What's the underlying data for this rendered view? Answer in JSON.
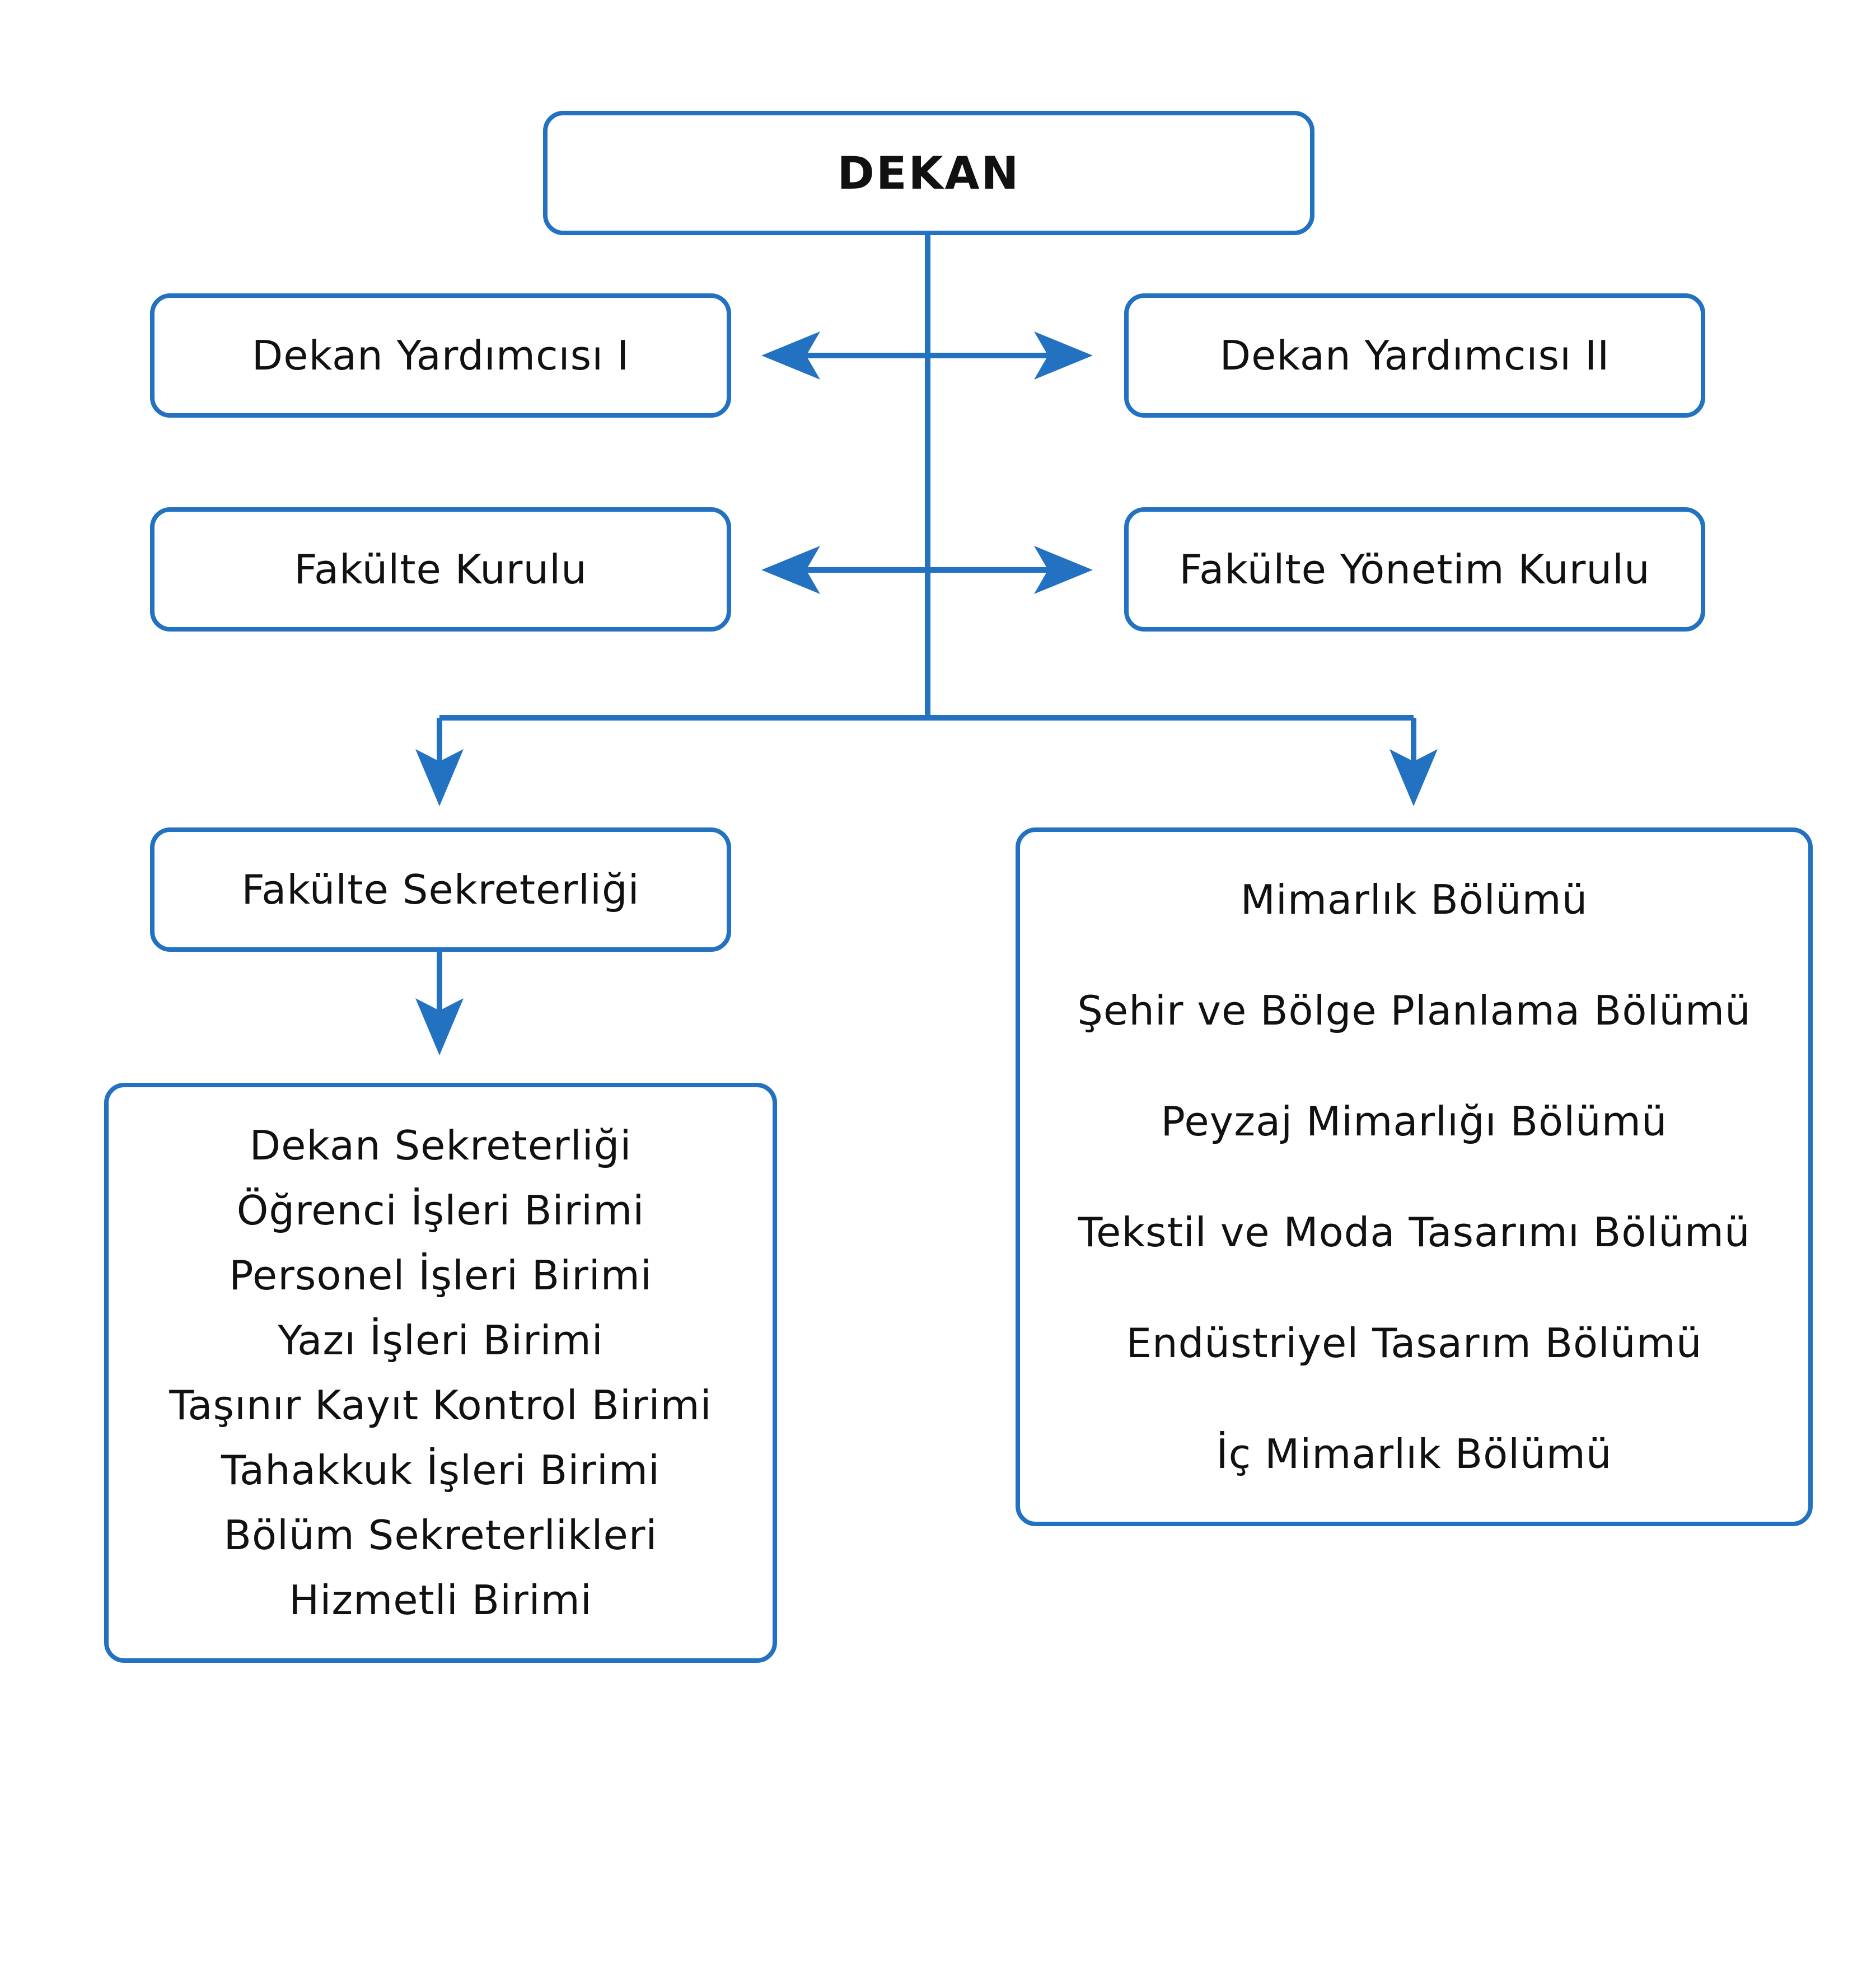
{
  "dean": {
    "label": "DEKAN"
  },
  "vice_dean_1": {
    "label": "Dekan Yardımcısı I"
  },
  "vice_dean_2": {
    "label": "Dekan Yardımcısı II"
  },
  "faculty_board": {
    "label": "Fakülte Kurulu"
  },
  "faculty_executive_board": {
    "label": "Fakülte Yönetim Kurulu"
  },
  "faculty_secretariat": {
    "label": "Fakülte Sekreterliği"
  },
  "secretariat_units": [
    "Dekan Sekreterliği",
    "Öğrenci İşleri Birimi",
    "Personel İşleri Birimi",
    "Yazı İşleri Birimi",
    "Taşınır Kayıt Kontrol Birimi",
    "Tahakkuk İşleri Birimi",
    "Bölüm Sekreterlikleri",
    "Hizmetli Birimi"
  ],
  "departments": [
    "Mimarlık Bölümü",
    "Şehir ve Bölge Planlama Bölümü",
    "Peyzaj Mimarlığı Bölümü",
    "Tekstil ve Moda Tasarımı Bölümü",
    "Endüstriyel Tasarım Bölümü",
    "İç Mimarlık Bölümü"
  ],
  "colors": {
    "accent": "#2371c1",
    "text": "#111111",
    "background": "#ffffff"
  }
}
